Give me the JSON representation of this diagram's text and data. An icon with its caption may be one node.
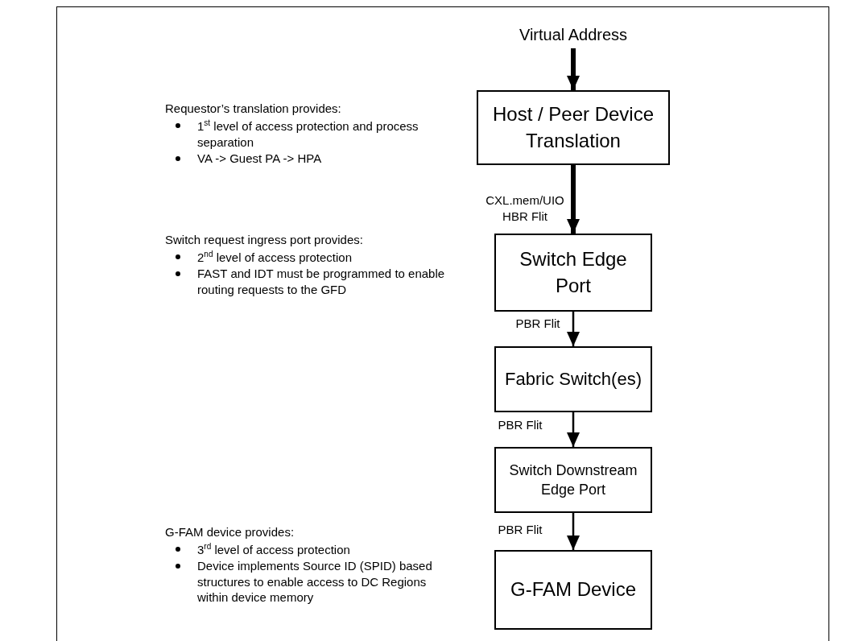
{
  "diagram": {
    "nodes": [
      {
        "text": [
          "Virtual Address"
        ]
      },
      {
        "text": [
          "Host / Peer Device Translation"
        ]
      },
      {
        "text": [
          "Switch Edge Port"
        ]
      },
      {
        "text": [
          "Fabric Switch(es)"
        ]
      },
      {
        "text": [
          "Switch Downstream Edge Port"
        ]
      },
      {
        "text": [
          "G-FAM Device"
        ]
      }
    ],
    "edges": [
      {
        "from": 0,
        "to": 1,
        "arrow": "to",
        "style": "thick"
      },
      {
        "from": 1,
        "to": 2,
        "arrow": "to",
        "style": "thick",
        "label": "CXL.mem/UIO HBR Flit"
      },
      {
        "from": 2,
        "to": 3,
        "arrow": "to",
        "label": "PBR Flit"
      },
      {
        "from": 3,
        "to": 4,
        "arrow": "to",
        "label": "PBR Flit"
      },
      {
        "from": 4,
        "to": 5,
        "arrow": "to",
        "label": "PBR Flit"
      }
    ],
    "labels": [
      "Requestor’s translation provides:",
      "1$^{st}$ level of access protection and process separation",
      "VA -> Guest PA -> HPA",
      "Switch request ingress port provides:",
      "2$^{nd}$  level of access protection",
      "FAST and IDT must be programmed to enable routing requests to the GFD",
      "G-FAM device provides:",
      "3$^{rd}$ level of access protection",
      "Device implements Source ID (SPID) based structures to enable access to DC Regions within device memory"
    ]
  }
}
